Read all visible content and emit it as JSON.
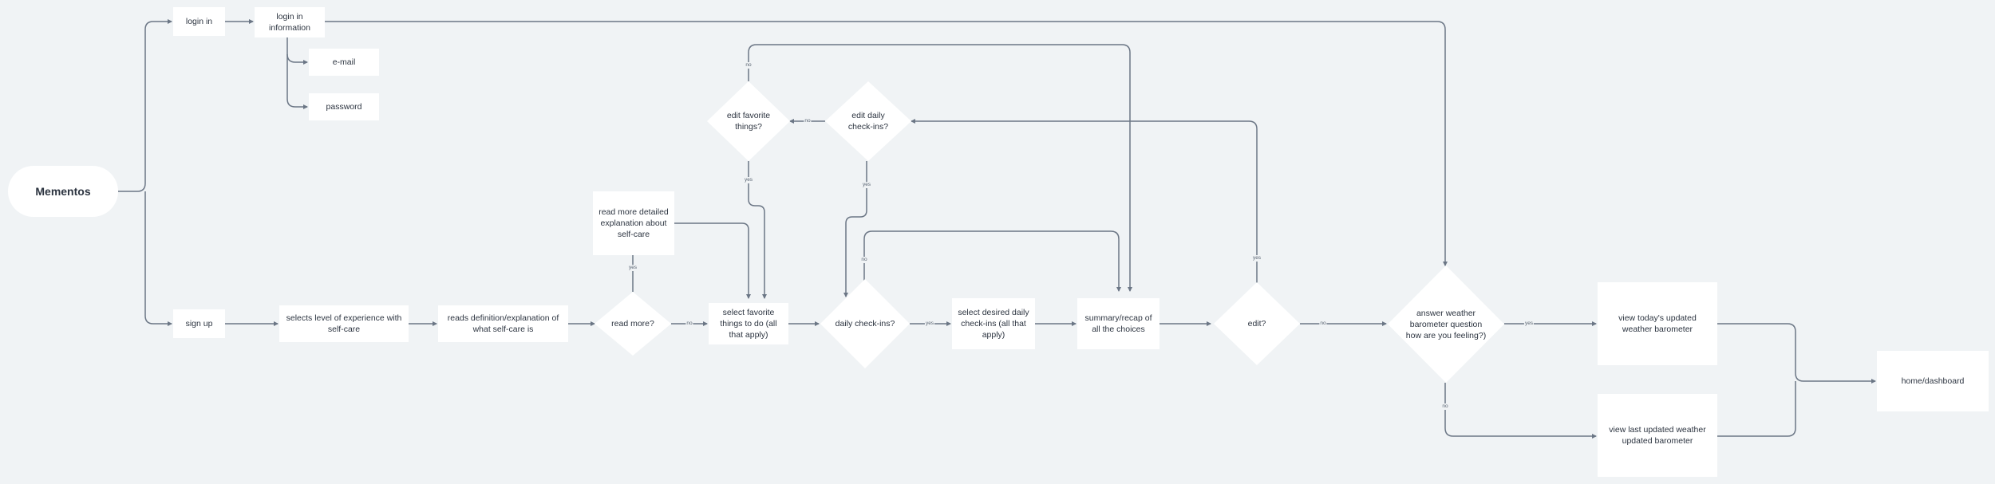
{
  "colors": {
    "background": "#f0f3f5",
    "node": "#ffffff",
    "connector": "#6b7685",
    "text": "#2c3440"
  },
  "nodes": {
    "mementos": "Mementos",
    "login_in": "login in",
    "login_info": "login in\ninformation",
    "email": "e-mail",
    "password": "password",
    "sign_up": "sign up",
    "experience": "selects level of experience with\nself-care",
    "reads_definition": "reads definition/explanation of\nwhat self-care is",
    "read_more_detailed": "read more detailed\nexplanation about\nself-care",
    "read_more": "read more?",
    "select_favorite": "select favorite\nthings to do (all\nthat apply)",
    "edit_favorite": "edit favorite\nthings?",
    "edit_daily": "edit daily\ncheck-ins?",
    "daily_checkins": "daily check-ins?",
    "select_desired": "select desired daily\ncheck-ins (all that\napply)",
    "summary": "summary/recap of\nall the choices",
    "edit": "edit?",
    "answer_weather": "answer weather\nbarometer question\nhow are you feeling?)",
    "view_today": "view today's updated\nweather barometer",
    "view_last": "view last updated weather\nupdated barometer",
    "home": "home/dashboard"
  },
  "edge_labels": {
    "yes": "yes",
    "no": "no"
  }
}
